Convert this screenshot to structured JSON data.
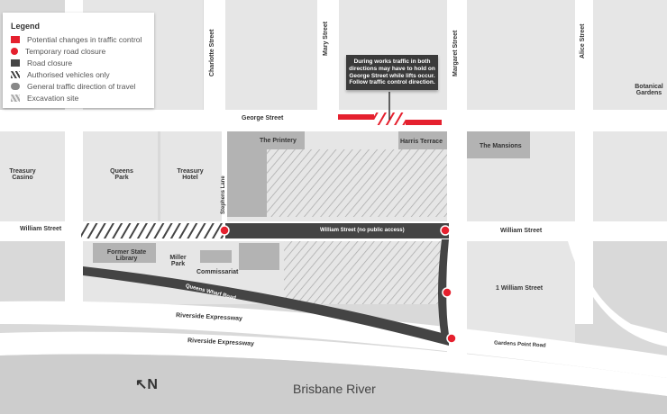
{
  "legend": {
    "title": "Legend",
    "items": [
      {
        "label": "Potential changes in traffic control",
        "icon": "red-square"
      },
      {
        "label": "Temporary road closure",
        "icon": "no-entry"
      },
      {
        "label": "Road closure",
        "icon": "dark-square"
      },
      {
        "label": "Authorised vehicles only",
        "icon": "hatched-dark"
      },
      {
        "label": "General traffic direction of travel",
        "icon": "arrow-pill"
      },
      {
        "label": "Excavation site",
        "icon": "hatched-light"
      }
    ]
  },
  "note": "During works traffic in both directions may have to hold on George Street while lifts occur. Follow traffic control direction.",
  "streets": {
    "charlotte": "Charlotte Street",
    "mary": "Mary Street",
    "margaret": "Margaret Street",
    "alice": "Alice Street",
    "george": "George Street",
    "william_left": "William Street",
    "william_closed": "William Street (no public access)",
    "william_right": "William Street",
    "stephens": "Stephens Lane",
    "queens_wharf": "Queens Wharf Road",
    "riverside1": "Riverside Expressway",
    "riverside2": "Riverside Expressway",
    "gardens_point": "Gardens Point Road"
  },
  "places": {
    "botanical": "Botanical Gardens",
    "printery": "The Printery",
    "harris": "Harris Terrace",
    "mansions": "The Mansions",
    "treasury_casino": "Treasury Casino",
    "queens_park": "Queens Park",
    "treasury_hotel": "Treasury Hotel",
    "former_library": "Former State Library",
    "miller_park": "Miller Park",
    "commissariat": "Commissariat",
    "one_william": "1 William Street"
  },
  "river": "Brisbane River",
  "colors": {
    "red": "#e5202e",
    "dark": "#444444"
  }
}
